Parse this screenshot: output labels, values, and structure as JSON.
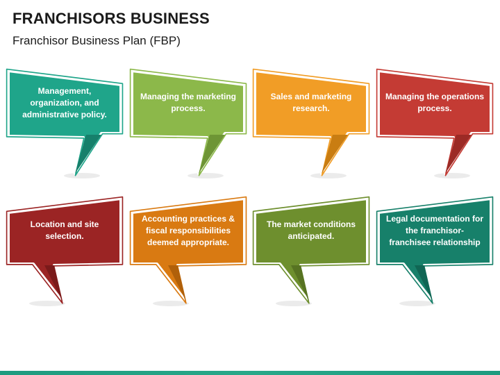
{
  "header": {
    "title": "FRANCHISORS BUSINESS",
    "subtitle": "Franchisor Business Plan (FBP)"
  },
  "callouts": [
    {
      "text": "Management, organization, and administrative policy.",
      "color": "#1fa58a",
      "dark": "#16806b"
    },
    {
      "text": "Managing the marketing process.",
      "color": "#8cb84a",
      "dark": "#6e9535"
    },
    {
      "text": "Sales and marketing research.",
      "color": "#f19d26",
      "dark": "#c97d12"
    },
    {
      "text": "Managing the operations process.",
      "color": "#c43b34",
      "dark": "#9c2a25"
    },
    {
      "text": "Location and site selection.",
      "color": "#9b2424",
      "dark": "#7a1a1a"
    },
    {
      "text": "Accounting practices & fiscal responsibilities deemed appropriate.",
      "color": "#d97a12",
      "dark": "#b0600a"
    },
    {
      "text": "The market conditions anticipated.",
      "color": "#6e8f2e",
      "dark": "#577322"
    },
    {
      "text": "Legal documentation for the franchisor-franchisee relationship",
      "color": "#17806a",
      "dark": "#106654"
    }
  ]
}
